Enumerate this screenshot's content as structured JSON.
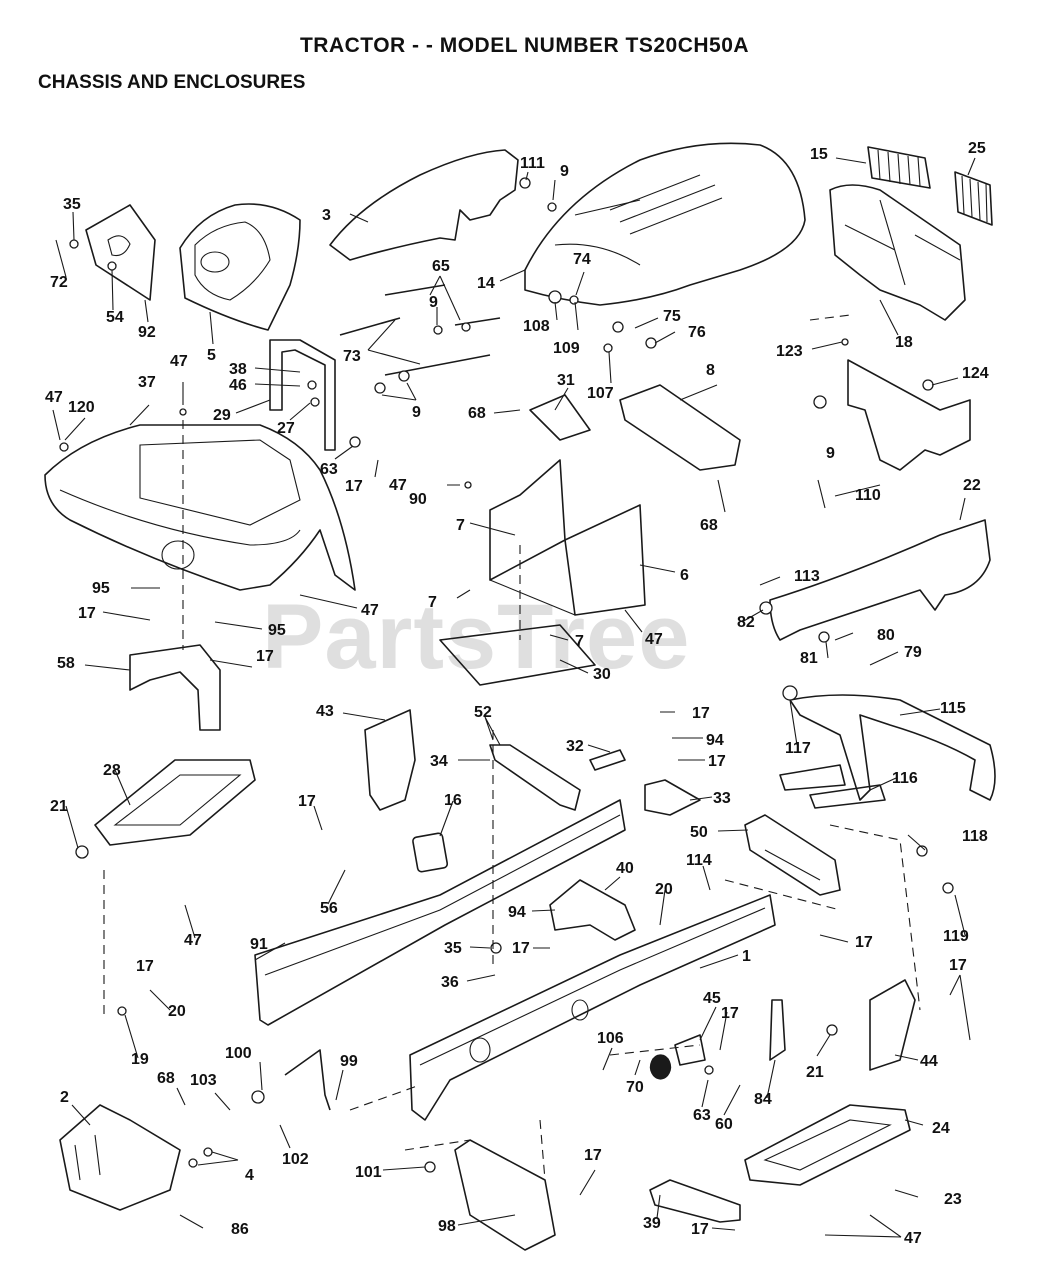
{
  "header": {
    "title": "TRACTOR - - MODEL NUMBER TS20CH50A",
    "subtitle": "CHASSIS AND ENCLOSURES"
  },
  "watermark": "PartsTree",
  "callouts": [
    {
      "id": "c111",
      "text": "111"
    },
    {
      "id": "c9a",
      "text": "9"
    },
    {
      "id": "c15",
      "text": "15"
    },
    {
      "id": "c25",
      "text": "25"
    },
    {
      "id": "c35a",
      "text": "35"
    },
    {
      "id": "c72",
      "text": "72"
    },
    {
      "id": "c54",
      "text": "54"
    },
    {
      "id": "c92",
      "text": "92"
    },
    {
      "id": "c3",
      "text": "3"
    },
    {
      "id": "c5",
      "text": "5"
    },
    {
      "id": "c14",
      "text": "14"
    },
    {
      "id": "c65",
      "text": "65"
    },
    {
      "id": "c9b",
      "text": "9"
    },
    {
      "id": "c73",
      "text": "73"
    },
    {
      "id": "c9c",
      "text": "9"
    },
    {
      "id": "c74",
      "text": "74"
    },
    {
      "id": "c108",
      "text": "108"
    },
    {
      "id": "c109",
      "text": "109"
    },
    {
      "id": "c75",
      "text": "75"
    },
    {
      "id": "c76",
      "text": "76"
    },
    {
      "id": "c107",
      "text": "107"
    },
    {
      "id": "c18",
      "text": "18"
    },
    {
      "id": "c123",
      "text": "123"
    },
    {
      "id": "c124",
      "text": "124"
    },
    {
      "id": "c47a",
      "text": "47"
    },
    {
      "id": "c37",
      "text": "37"
    },
    {
      "id": "c47b",
      "text": "47"
    },
    {
      "id": "c120",
      "text": "120"
    },
    {
      "id": "c38",
      "text": "38"
    },
    {
      "id": "c46",
      "text": "46"
    },
    {
      "id": "c29",
      "text": "29"
    },
    {
      "id": "c27",
      "text": "27"
    },
    {
      "id": "c63a",
      "text": "63"
    },
    {
      "id": "c17a",
      "text": "17"
    },
    {
      "id": "c31",
      "text": "31"
    },
    {
      "id": "c68a",
      "text": "68"
    },
    {
      "id": "c8",
      "text": "8"
    },
    {
      "id": "c9d",
      "text": "9"
    },
    {
      "id": "c110",
      "text": "110"
    },
    {
      "id": "c47c",
      "text": "47"
    },
    {
      "id": "c90",
      "text": "90"
    },
    {
      "id": "c68b",
      "text": "68"
    },
    {
      "id": "c22",
      "text": "22"
    },
    {
      "id": "c7a",
      "text": "7"
    },
    {
      "id": "c6",
      "text": "6"
    },
    {
      "id": "c95a",
      "text": "95"
    },
    {
      "id": "c47d",
      "text": "47"
    },
    {
      "id": "c7b",
      "text": "7"
    },
    {
      "id": "c113",
      "text": "113"
    },
    {
      "id": "c17b",
      "text": "17"
    },
    {
      "id": "c95b",
      "text": "95"
    },
    {
      "id": "c82",
      "text": "82"
    },
    {
      "id": "c47e",
      "text": "47"
    },
    {
      "id": "c7c",
      "text": "7"
    },
    {
      "id": "c80",
      "text": "80"
    },
    {
      "id": "c17c",
      "text": "17"
    },
    {
      "id": "c81",
      "text": "81"
    },
    {
      "id": "c79",
      "text": "79"
    },
    {
      "id": "c58",
      "text": "58"
    },
    {
      "id": "c30",
      "text": "30"
    },
    {
      "id": "c43",
      "text": "43"
    },
    {
      "id": "c52",
      "text": "52"
    },
    {
      "id": "c17d",
      "text": "17"
    },
    {
      "id": "c115",
      "text": "115"
    },
    {
      "id": "c94a",
      "text": "94"
    },
    {
      "id": "c32",
      "text": "32"
    },
    {
      "id": "c34",
      "text": "34"
    },
    {
      "id": "c17e",
      "text": "17"
    },
    {
      "id": "c117",
      "text": "117"
    },
    {
      "id": "c28",
      "text": "28"
    },
    {
      "id": "c116",
      "text": "116"
    },
    {
      "id": "c33",
      "text": "33"
    },
    {
      "id": "c21a",
      "text": "21"
    },
    {
      "id": "c17f",
      "text": "17"
    },
    {
      "id": "c16",
      "text": "16"
    },
    {
      "id": "c50",
      "text": "50"
    },
    {
      "id": "c118",
      "text": "118"
    },
    {
      "id": "c56",
      "text": "56"
    },
    {
      "id": "c40",
      "text": "40"
    },
    {
      "id": "c114",
      "text": "114"
    },
    {
      "id": "c47f",
      "text": "47"
    },
    {
      "id": "c20a",
      "text": "20"
    },
    {
      "id": "c94b",
      "text": "94"
    },
    {
      "id": "c119",
      "text": "119"
    },
    {
      "id": "c91",
      "text": "91"
    },
    {
      "id": "c17g",
      "text": "17"
    },
    {
      "id": "c17h",
      "text": "17"
    },
    {
      "id": "c35b",
      "text": "35"
    },
    {
      "id": "c17i",
      "text": "17"
    },
    {
      "id": "c1",
      "text": "1"
    },
    {
      "id": "c17j",
      "text": "17"
    },
    {
      "id": "c36",
      "text": "36"
    },
    {
      "id": "c20b",
      "text": "20"
    },
    {
      "id": "c45",
      "text": "45"
    },
    {
      "id": "c17k",
      "text": "17"
    },
    {
      "id": "c19",
      "text": "19"
    },
    {
      "id": "c106",
      "text": "106"
    },
    {
      "id": "c100",
      "text": "100"
    },
    {
      "id": "c99",
      "text": "99"
    },
    {
      "id": "c21b",
      "text": "21"
    },
    {
      "id": "c44",
      "text": "44"
    },
    {
      "id": "c68c",
      "text": "68"
    },
    {
      "id": "c103",
      "text": "103"
    },
    {
      "id": "c70",
      "text": "70"
    },
    {
      "id": "c84",
      "text": "84"
    },
    {
      "id": "c2",
      "text": "2"
    },
    {
      "id": "c63b",
      "text": "63"
    },
    {
      "id": "c60",
      "text": "60"
    },
    {
      "id": "c24",
      "text": "24"
    },
    {
      "id": "c102",
      "text": "102"
    },
    {
      "id": "c4",
      "text": "4"
    },
    {
      "id": "c101",
      "text": "101"
    },
    {
      "id": "c17l",
      "text": "17"
    },
    {
      "id": "c23",
      "text": "23"
    },
    {
      "id": "c98",
      "text": "98"
    },
    {
      "id": "c39",
      "text": "39"
    },
    {
      "id": "c86",
      "text": "86"
    },
    {
      "id": "c17m",
      "text": "17"
    },
    {
      "id": "c47g",
      "text": "47"
    }
  ]
}
